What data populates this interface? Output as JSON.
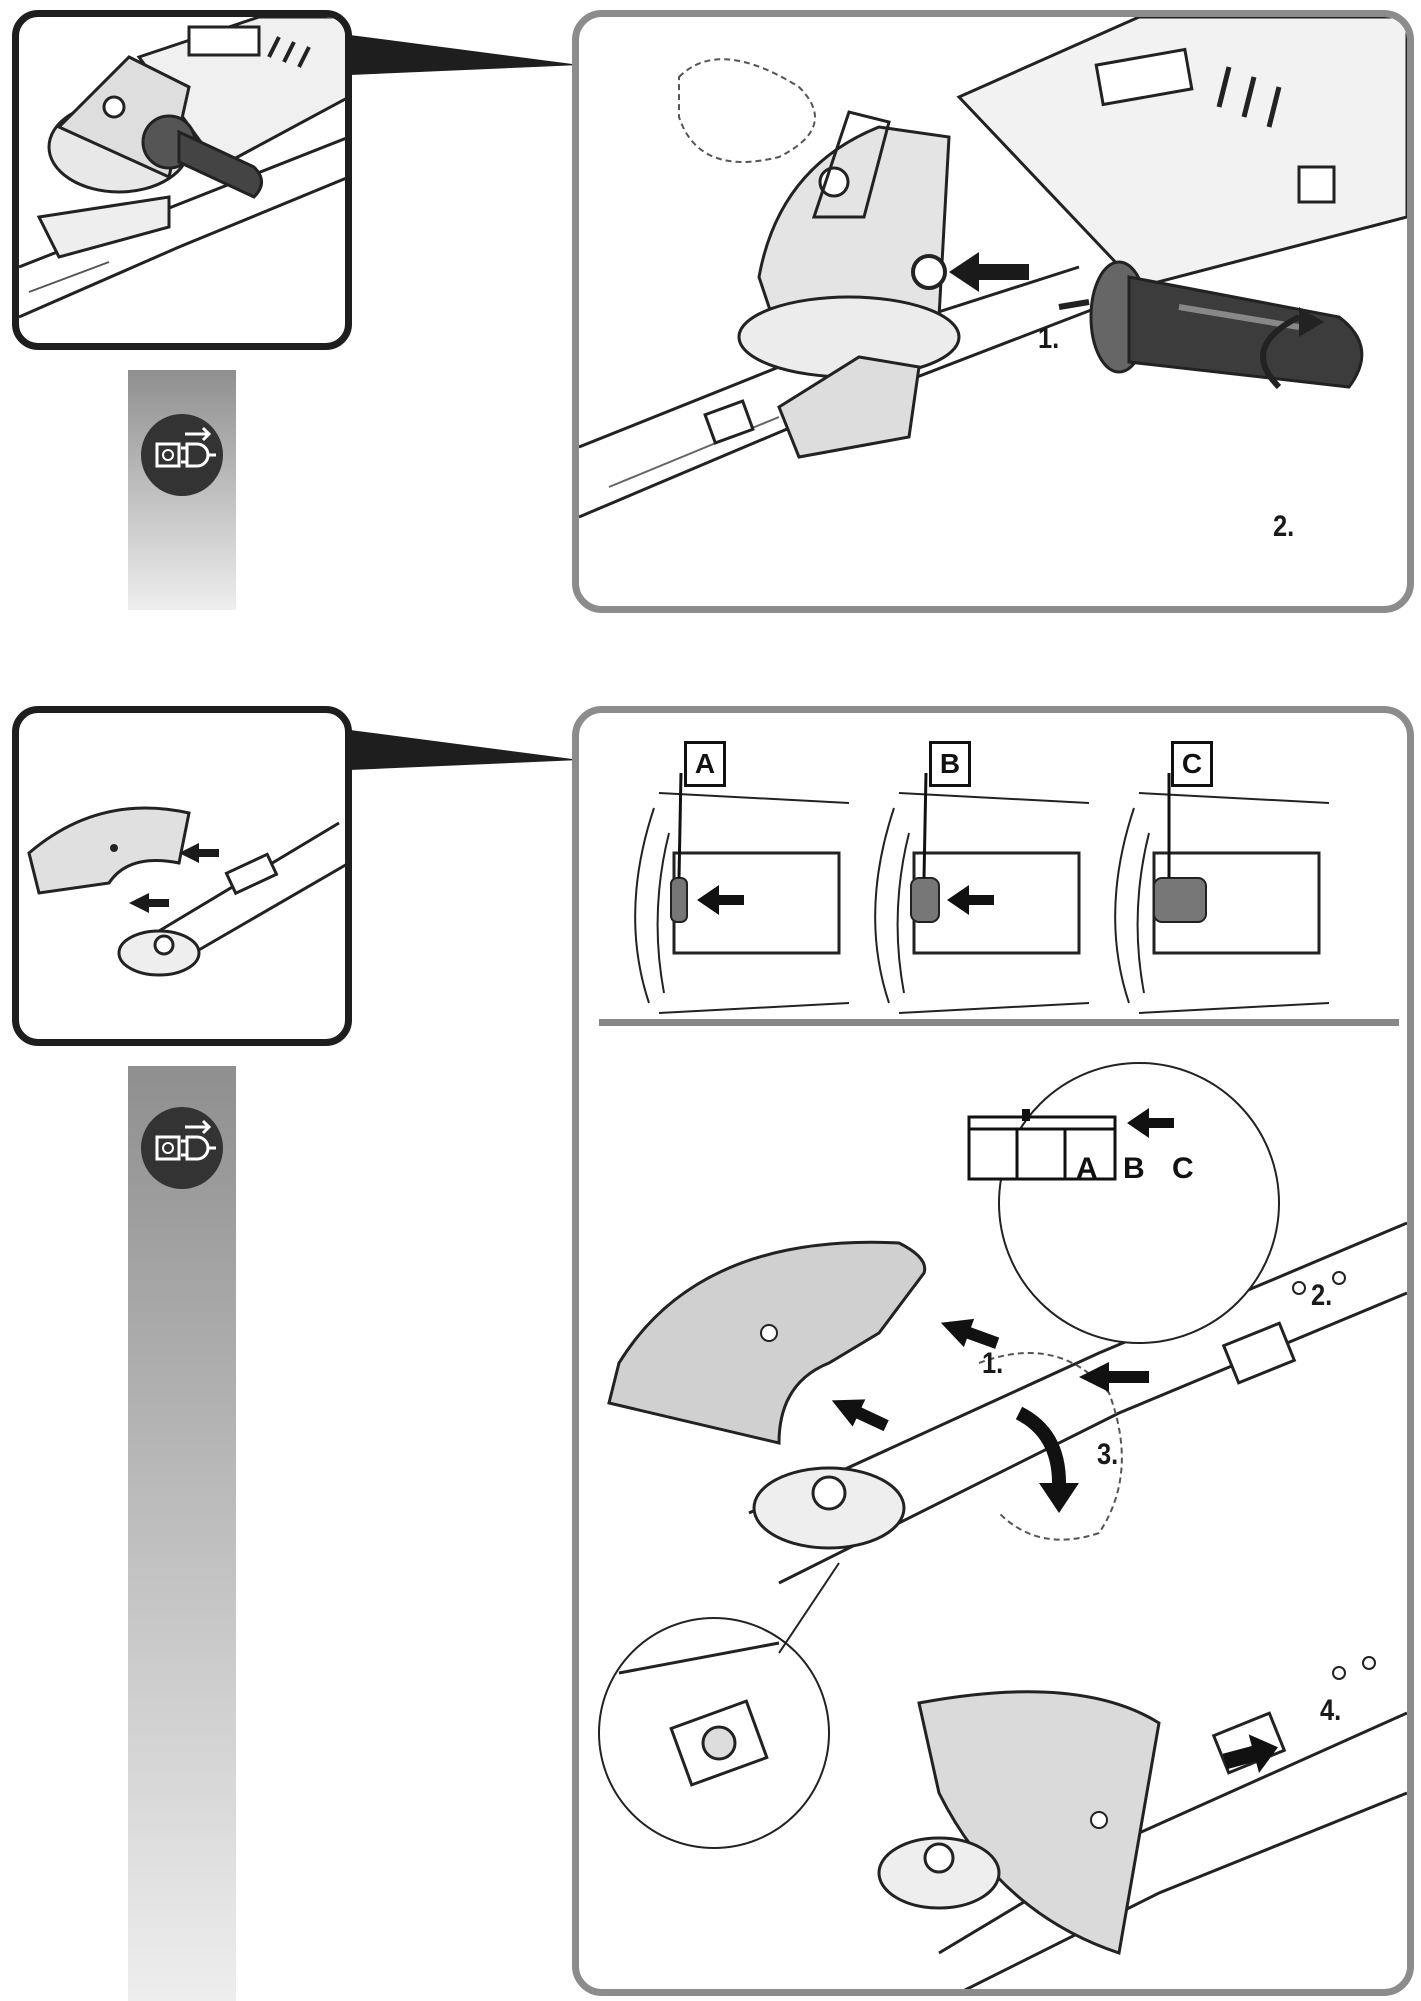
{
  "section1": {
    "steps": [
      "1.",
      "2."
    ]
  },
  "section2": {
    "indicator_labels": [
      "A",
      "B",
      "C"
    ],
    "gauge_labels": [
      "A",
      "B",
      "C"
    ],
    "steps": [
      "1.",
      "2.",
      "3.",
      "4."
    ]
  },
  "icons": {
    "unplug": "unplug-from-mains-icon"
  },
  "colors": {
    "frame_dark": "#1e1e1e",
    "frame_gray": "#8c8c8c",
    "strip_top": "#8f8f8f",
    "strip_bottom": "#eeeeee"
  }
}
